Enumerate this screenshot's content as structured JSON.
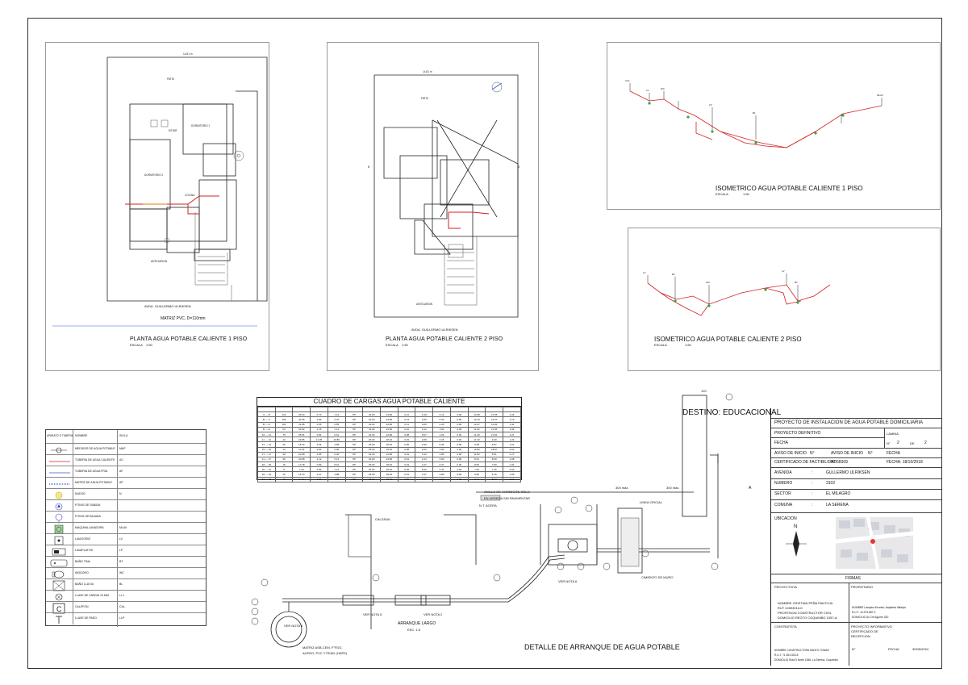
{
  "drawing": {
    "plan1": {
      "title": "PLANTA AGUA POTABLE CALIENTE 1 PISO",
      "scale_label": "ESCALA",
      "scale": "1:50",
      "matrix_note": "MATRIZ PVC, D=110mm",
      "street": "AVDA. GUILLERMO ULRIKSEN"
    },
    "plan2": {
      "title": "PLANTA AGUA POTABLE CALIENTE 2 PISO",
      "scale_label": "ESCALA",
      "scale": "1:50",
      "street": "AVDA. GUILLERMO ULRIKSEN"
    },
    "iso1": {
      "title": "ISOMETRICO AGUA POTABLE CALIENTE 1 PISO",
      "scale_label": "ESCALA",
      "scale": "1:50"
    },
    "iso2": {
      "title": "ISOMETRICO AGUA POTABLE CALIENTE 2 PISO",
      "scale_label": "ESCALA",
      "scale": "1:50"
    },
    "loads_table": {
      "title": "CUADRO DE CARGAS AGUA POTABLE CALIENTE",
      "rows": [
        [
          "A — B",
          "110",
          "46.34",
          "0.70",
          "1.12",
          "PP",
          "32.00",
          "24.80",
          "0.12",
          "0.18",
          "0.12",
          "0.00",
          "13.68",
          "13.55",
          "1.02"
        ],
        [
          "B — C",
          "105",
          "44.56",
          "1.83",
          "2.70",
          "PP",
          "32.00",
          "24.80",
          "0.14",
          "0.25",
          "0.30",
          "0.00",
          "12.34",
          "13.27",
          "1.13"
        ],
        [
          "B — D",
          "101",
          "41.85",
          "0.55",
          "0.55",
          "PP",
          "32.00",
          "24.80",
          "0.11",
          "0.05",
          "0.45",
          "0.00",
          "12.67",
          "11.82",
          "1.44"
        ],
        [
          "B — E",
          "63",
          "30.52",
          "2.16",
          "1.14",
          "PP",
          "32.00",
          "24.80",
          "0.10",
          "0.12",
          "1.80",
          "0.00",
          "11.62",
          "11.66",
          "1.66"
        ],
        [
          "10 — 11",
          "75",
          "35.51",
          "0.84",
          "0.61",
          "PP",
          "32.00",
          "24.80",
          "0.08",
          "0.07",
          "1.93",
          "0.00",
          "11.40",
          "11.52",
          "1.21"
        ],
        [
          "11 — 12",
          "42",
          "23.85",
          "11.05",
          "10.80",
          "PP",
          "25.00",
          "18.40",
          "0.15",
          "2.05",
          "0.15",
          "0.00",
          "11.30",
          "9.30",
          "1.29"
        ],
        [
          "13 — 14",
          "30",
          "18.12",
          "2.66",
          "4.58",
          "PP",
          "25.00",
          "18.40",
          "0.06",
          "0.30",
          "0.35",
          "0.00",
          "9.08",
          "8.97",
          "1.21"
        ],
        [
          "15 — 16",
          "10",
          "11.34",
          "0.83",
          "0.06",
          "PP",
          "25.00",
          "18.40",
          "0.08",
          "0.03",
          "1.80",
          "0.00",
          "10.80",
          "18.87",
          "0.60"
        ],
        [
          "17 — 17",
          "38",
          "20.58",
          "2.85",
          "0.40",
          "PP",
          "32.00",
          "24.80",
          "0.19",
          "0.12",
          "1.85",
          "0.00",
          "11.82",
          "8.51",
          "0.71"
        ],
        [
          "11 — 17",
          "36",
          "20.58",
          "2.12",
          "5.12",
          "PP",
          "32.00",
          "24.80",
          "0.01",
          "1.04",
          "0.00",
          "0.00",
          "8.61",
          "8.50",
          "1.08"
        ],
        [
          "18 — 20",
          "15",
          "13.78",
          "0.89",
          "8.10",
          "PP",
          "25.00",
          "18.40",
          "0.19",
          "1.07",
          "0.37",
          "0.00",
          "8.81",
          "7.50",
          "1.04"
        ],
        [
          "20 — 21",
          "8",
          "7.20",
          "0.83",
          "1.21",
          "PP",
          "25.00",
          "18.40",
          "0.25",
          "0.06",
          "0.40",
          "0.00",
          "7.52",
          "7.46",
          "0.60"
        ],
        [
          "18 — 19",
          "16",
          "15.74",
          "2.37",
          "3.88",
          "PP",
          "25.00",
          "18.40",
          "0.15",
          "0.47",
          "2.80",
          "0.00",
          "8.80",
          "6.15",
          "1.05"
        ],
        [
          "19 — 18",
          "8",
          "7.20",
          "0.84",
          "1.94",
          "PP",
          "25.00",
          "18.40",
          "0.09",
          "0.05",
          "0.00",
          "0.00",
          "8.14",
          "8.07",
          "0.60"
        ]
      ]
    },
    "legend": {
      "headers": [
        "APARATO O TUBERIA",
        "NOMBRE",
        "SIGLA"
      ],
      "rows": [
        {
          "name": "MEDIDOR DE AGUA POTABLE",
          "sigla": "MAP"
        },
        {
          "name": "TUBERIA DE AGUA CALIENTE",
          "sigla": "AC"
        },
        {
          "name": "TUBERIA DE AGUA FRIA",
          "sigla": "AF"
        },
        {
          "name": "MATRIZ DE AGUA POTABLE",
          "sigla": "AP"
        },
        {
          "name": "NUDOS",
          "sigla": "N"
        },
        {
          "name": "FITING DE SUBIDA",
          "sigla": ""
        },
        {
          "name": "FITING DE BAJADA",
          "sigla": ""
        },
        {
          "name": "MAQUINA LAVADORA",
          "sigla": "MLAV"
        },
        {
          "name": "LAVATORIO",
          "sigla": "LV"
        },
        {
          "name": "LAVAPLATOS",
          "sigla": "LP"
        },
        {
          "name": "BAÑO TINA",
          "sigla": "BT"
        },
        {
          "name": "INODORO",
          "sigla": "WC"
        },
        {
          "name": "BAÑO LLUVIA",
          "sigla": "BL"
        },
        {
          "name": "LLAVE DE JARDIN 19 MM",
          "sigla": "LLJ"
        },
        {
          "name": "CALEFON",
          "sigla": "CAL"
        },
        {
          "name": "LLAVE DE PASO",
          "sigla": "LLP"
        }
      ]
    },
    "detail": {
      "title": "DETALLE DE ARRANQUE DE AGUA POTABLE",
      "subtitle": "ARRANQUE LARGO",
      "subscale": "ESC. 1:5",
      "labels": {
        "calzada": "CALZADA",
        "anillo": "ANILLO DE HORMIGÓN SÓLO",
        "vereda": "EN VEREDA SIN PAVIMENTAR",
        "nt_acera": "N.T. ACERA",
        "linea_oficial": "LINEA OFICIAL",
        "cimiento": "CIMIENTO DE MURO",
        "ver4": "VER NOTA 4",
        "ver5": "VER NOTA 5",
        "ver2": "VER NOTA 2",
        "ver6": "VER NOTA 6",
        "matriz1": "MATRIZ ASB-CEM, F°FDO,",
        "matriz2": "ACERO, PVC Y PEAD (HDPE)",
        "dim1": "300 máx.",
        "dim2": "300 máx.",
        "dim_top": "120",
        "section_mark": "A"
      }
    },
    "title_block": {
      "destino": "DESTINO: EDUCACIONAL",
      "project": "PROYECTO DE INSTALACION DE AGUA POTABLE DOMICILIARIA",
      "definitivo": "PROYECTO DEFINITIVO",
      "lamina_label": "LAMINA",
      "fecha_label": "FECHA",
      "n_label": "N°",
      "lamina_n": "2",
      "de_label": "DE",
      "lamina_de": "2",
      "aviso1": "AVISO DE INICIO",
      "aviso1_n": "N°",
      "aviso2": "AVISO DE INICIO",
      "aviso2_n": "N°",
      "fecha_label2": "FECHA",
      "cert_label": "CERTIFICADO DE FACTIBILIDAD",
      "cert_n": "N° 66009",
      "cert_fecha": "FECHA: 18/10/2018",
      "avenida_label": "AVENIDA",
      "avenida": "GULLERMO ULRIKSEN",
      "numero_label": "NUMERO",
      "numero": "3102",
      "sector_label": "SECTOR",
      "sector": "EL MILAGRO",
      "comuna_label": "COMUNA",
      "comuna": "LA SERENA",
      "colon": ":",
      "ubicacion": "UBICACION",
      "north": "N",
      "firmas": "FIRMAS",
      "proyectista_label": "PROYECTISTA",
      "propietario_label": "PROPIETARIO",
      "proy_nombre": "NOMBRE    CRISTIAN PEÑA PANTOJA",
      "proy_rut": "RUT          24993013-K",
      "proy_prof": "PROFESION  CONSTRUCTOR CIVIL",
      "proy_dom": "DOMICILIO REGTO COQUIMBO 1057-A",
      "prop_nombre": "NOMBRE     Lampina Ernesto Jarpaleta Vallejos",
      "prop_rut": "R.U.T.       12.973.887-2",
      "prop_dom": "DOMICILIO   Av. De Aguirre 320",
      "contratista_label": "CONTRATISTA",
      "informativo": "PROYECTO INFORMATIVO",
      "certificado": "CERTIFICADO DE",
      "recepcion": "RECEPCION",
      "con_nombre": "NOMBRE  CONSTRUCTORA SANTO TOMAS",
      "con_rut": "R.U.T.      71.551.500-8",
      "con_dom": "DOMICILIO  Ruta 5 Norte 1066, La Serena, Coquimbo",
      "final_n": "N°",
      "final_fecha_label": "FECHA",
      "final_fecha": "30/05/2024"
    }
  }
}
